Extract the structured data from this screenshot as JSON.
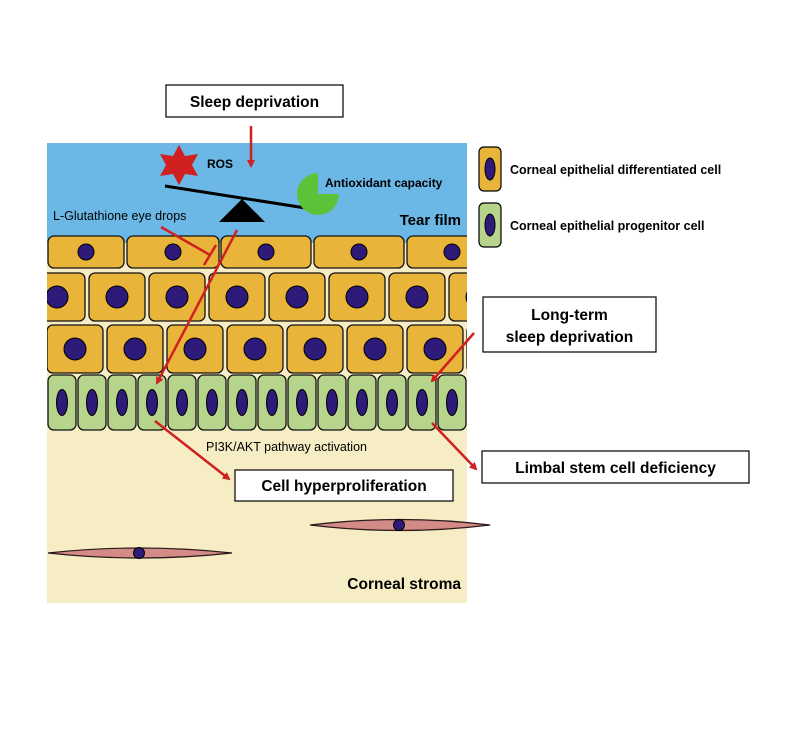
{
  "labels": {
    "sleep_deprivation": "Sleep deprivation",
    "ros": "ROS",
    "antioxidant_capacity": "Antioxidant capacity",
    "l_glutathione": "L-Glutathione eye drops",
    "tear_film": "Tear film",
    "long_term_line1": "Long-term",
    "long_term_line2": "sleep deprivation",
    "pi3k": "PI3K/AKT pathway activation",
    "hyperproliferation": "Cell hyperproliferation",
    "limbal": "Limbal stem cell deficiency",
    "stroma": "Corneal stroma"
  },
  "legend": {
    "differentiated": "Corneal epithelial differentiated cell",
    "progenitor": "Corneal epithelial progenitor cell"
  },
  "colors": {
    "tear_film": "#6bb8e6",
    "stroma": "#f7edc4",
    "differentiated_cell": "#e9b43a",
    "progenitor_cell": "#b6d48b",
    "nucleus": "#2e1a78",
    "arrow": "#d02020",
    "ros_star": "#d02020",
    "antioxidant": "#5cc23a",
    "fibroblast": "#d48a86"
  }
}
